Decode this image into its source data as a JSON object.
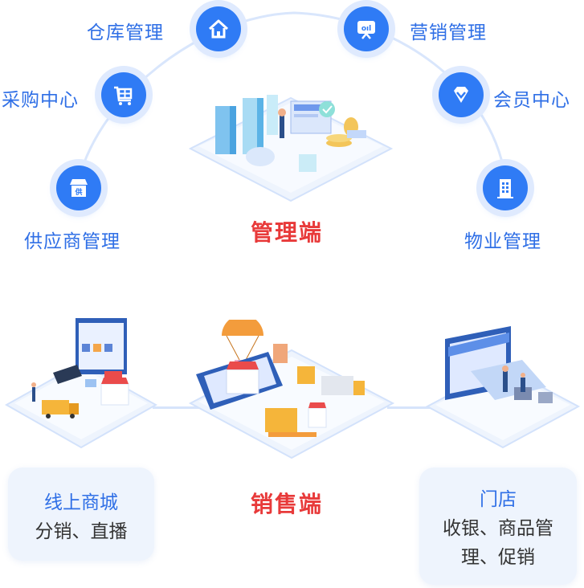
{
  "management": {
    "title": "管理端",
    "nodes": [
      {
        "id": "warehouse",
        "label": "仓库管理",
        "icon": "house-icon"
      },
      {
        "id": "marketing",
        "label": "营销管理",
        "icon": "chart-screen-icon"
      },
      {
        "id": "purchase",
        "label": "采购中心",
        "icon": "cart-icon"
      },
      {
        "id": "member",
        "label": "会员中心",
        "icon": "diamond-icon"
      },
      {
        "id": "supplier",
        "label": "供应商管理",
        "icon": "supplier-store-icon",
        "badge": "供"
      },
      {
        "id": "property",
        "label": "物业管理",
        "icon": "building-icon"
      }
    ]
  },
  "sales": {
    "title": "销售端",
    "online": {
      "head": "线上商城",
      "body": "分销、直播"
    },
    "store": {
      "head": "门店",
      "body_line1": "收银、商品管",
      "body_line2": "理、促销"
    }
  },
  "colors": {
    "primary": "#2f7bf5",
    "accent_red": "#e83a3a",
    "ring": "#dfeafe",
    "card_bg": "#eef4fd"
  }
}
